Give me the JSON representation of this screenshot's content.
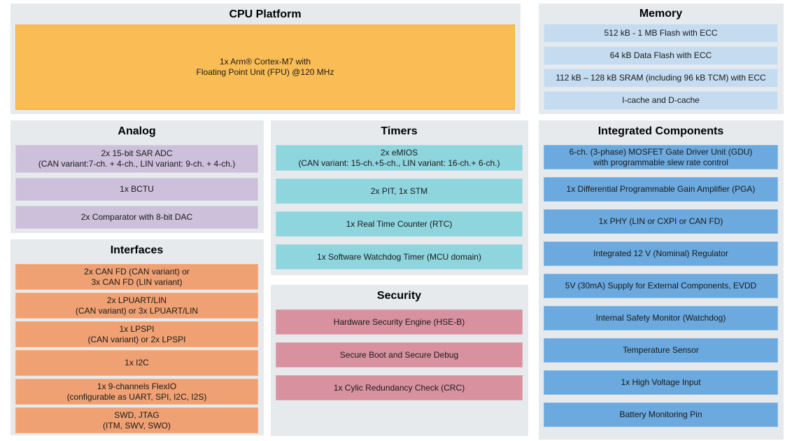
{
  "colors": {
    "page-bg": "#FFFFFF",
    "panel-bg": "#E6EAED",
    "title-text": "#000000",
    "block-text": "#1A1A1A",
    "cpu-fill": "#FABD55",
    "cpu-border": "#F3AE41",
    "memory-fill": "#C5DCF0",
    "memory-border": "#D6E6F6",
    "analog-fill": "#CCC0DB",
    "analog-border": "#D9D0E3",
    "interfaces-fill": "#EFA173",
    "interfaces-border": "#F2B28A",
    "timers-fill": "#8FD5DE",
    "timers-border": "#A6DEE5",
    "security-fill": "#D8919F",
    "security-border": "#E0A7B2",
    "integrated-fill": "#6BA9DE",
    "integrated-border": "#8ABCE6"
  },
  "sections": {
    "cpu_platform": {
      "title": "CPU Platform",
      "blocks": [
        {
          "lines": [
            "1x Arm® Cortex-M7 with",
            "Floating Point Unit (FPU) @120 MHz"
          ]
        }
      ]
    },
    "memory": {
      "title": "Memory",
      "blocks": [
        {
          "lines": [
            "512 kB - 1 MB Flash with ECC"
          ]
        },
        {
          "lines": [
            "64 kB Data Flash with ECC"
          ]
        },
        {
          "lines": [
            "112 kB – 128 kB SRAM (including 96 kB TCM) with ECC"
          ]
        },
        {
          "lines": [
            "I-cache and D-cache"
          ]
        }
      ]
    },
    "analog": {
      "title": "Analog",
      "blocks": [
        {
          "lines": [
            "2x 15-bit SAR ADC",
            "(CAN variant:7-ch. + 4-ch., LIN variant: 9-ch. + 4-ch.)"
          ]
        },
        {
          "lines": [
            "1x BCTU"
          ]
        },
        {
          "lines": [
            "2x Comparator with 8-bit DAC"
          ]
        }
      ]
    },
    "interfaces": {
      "title": "Interfaces",
      "blocks": [
        {
          "lines": [
            "2x CAN FD (CAN variant) or",
            "3x CAN FD (LIN variant)"
          ]
        },
        {
          "lines": [
            "2x LPUART/LIN",
            "(CAN variant) or 3x LPUART/LIN"
          ]
        },
        {
          "lines": [
            "1x LPSPI",
            "(CAN variant) or 2x LPSPI"
          ]
        },
        {
          "lines": [
            "1x I2C"
          ]
        },
        {
          "lines": [
            "1x 9-channels FlexIO",
            "(configurable as UART, SPI, I2C, I2S)"
          ]
        },
        {
          "lines": [
            "SWD, JTAG",
            "(ITM, SWV, SWO)"
          ]
        }
      ]
    },
    "timers": {
      "title": "Timers",
      "blocks": [
        {
          "lines": [
            "2x eMIOS",
            "(CAN variant: 15-ch.+5-ch., LIN variant: 16-ch.+ 6-ch.)"
          ]
        },
        {
          "lines": [
            "2x PIT, 1x STM"
          ]
        },
        {
          "lines": [
            "1x Real Time Counter (RTC)"
          ]
        },
        {
          "lines": [
            "1x Software Watchdog Timer (MCU domain)"
          ]
        }
      ]
    },
    "security": {
      "title": "Security",
      "blocks": [
        {
          "lines": [
            "Hardware Security Engine (HSE-B)"
          ]
        },
        {
          "lines": [
            "Secure Boot and Secure Debug"
          ]
        },
        {
          "lines": [
            "1x Cylic Redundancy Check (CRC)"
          ]
        }
      ]
    },
    "integrated_components": {
      "title": "Integrated Components",
      "blocks": [
        {
          "lines": [
            "6-ch. (3-phase) MOSFET Gate Driver Unit (GDU)",
            "with programmable slew rate control"
          ]
        },
        {
          "lines": [
            "1x Differential Programmable Gain Amplifier (PGA)"
          ]
        },
        {
          "lines": [
            "1x PHY (LIN or CXPI or CAN FD)"
          ]
        },
        {
          "lines": [
            "Integrated 12 V (Nominal) Regulator"
          ]
        },
        {
          "lines": [
            "5V (30mA) Supply for External Components, EVDD"
          ]
        },
        {
          "lines": [
            "Internal Safety Monitor (Watchdog)"
          ]
        },
        {
          "lines": [
            "Temperature Sensor"
          ]
        },
        {
          "lines": [
            "1x High Voltage Input"
          ]
        },
        {
          "lines": [
            "Battery Monitoring Pin"
          ]
        }
      ]
    }
  }
}
